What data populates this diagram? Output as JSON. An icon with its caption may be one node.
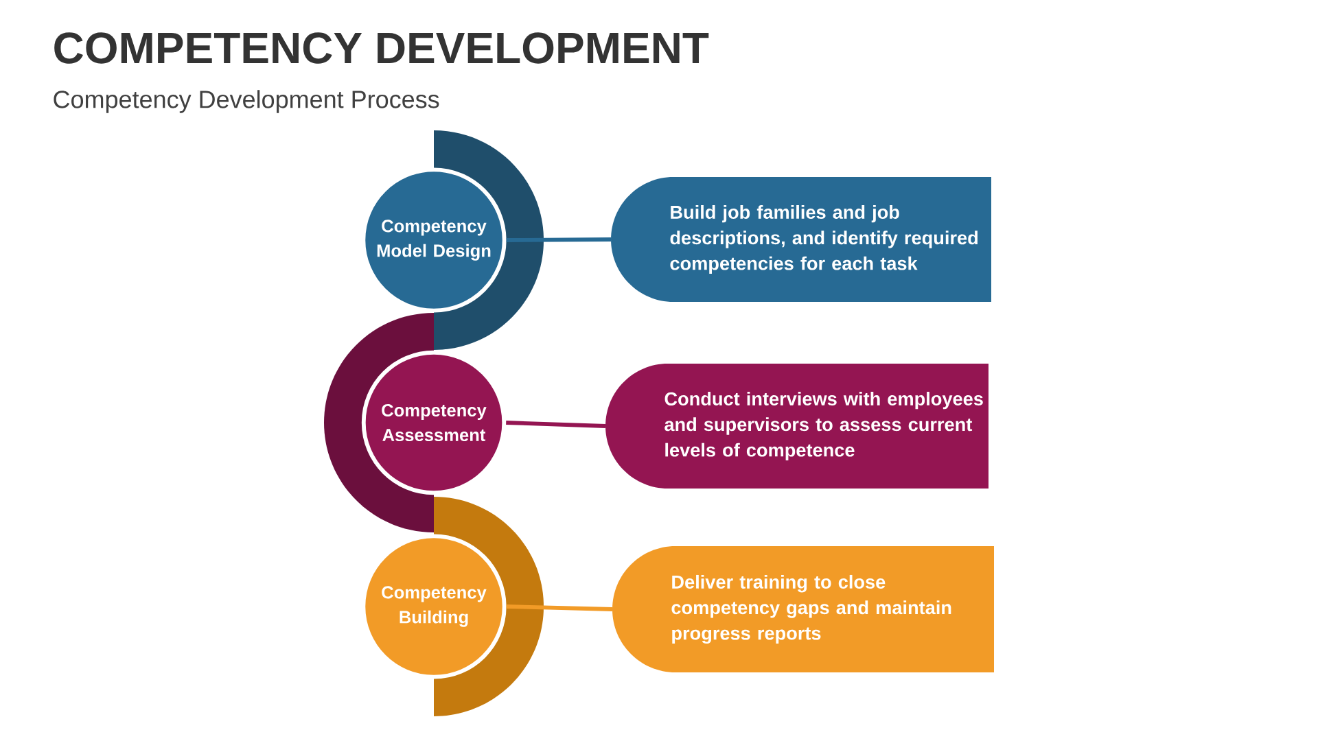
{
  "diagram": {
    "title": "COMPETENCY DEVELOPMENT",
    "caption": "Competency Development Process",
    "nodes": [
      {
        "text": [
          "Competency Model Design"
        ]
      },
      {
        "text": [
          "Competency Assessment"
        ]
      },
      {
        "text": [
          "Competency Building"
        ]
      },
      {
        "text": [
          "Build job families and job descriptions, and identify required competencies for each task"
        ]
      },
      {
        "text": [
          "Conduct interviews with employees and supervisors to assess current levels of competence"
        ]
      },
      {
        "text": [
          "Deliver training to close competency gaps and maintain progress reports"
        ]
      }
    ],
    "edges": [
      {
        "from": 0,
        "to": 3,
        "arrow": "none",
        "color": "#276a94"
      },
      {
        "from": 1,
        "to": 4,
        "arrow": "none",
        "color": "#941552"
      },
      {
        "from": 2,
        "to": 5,
        "arrow": "none",
        "color": "#f29b27"
      }
    ]
  }
}
